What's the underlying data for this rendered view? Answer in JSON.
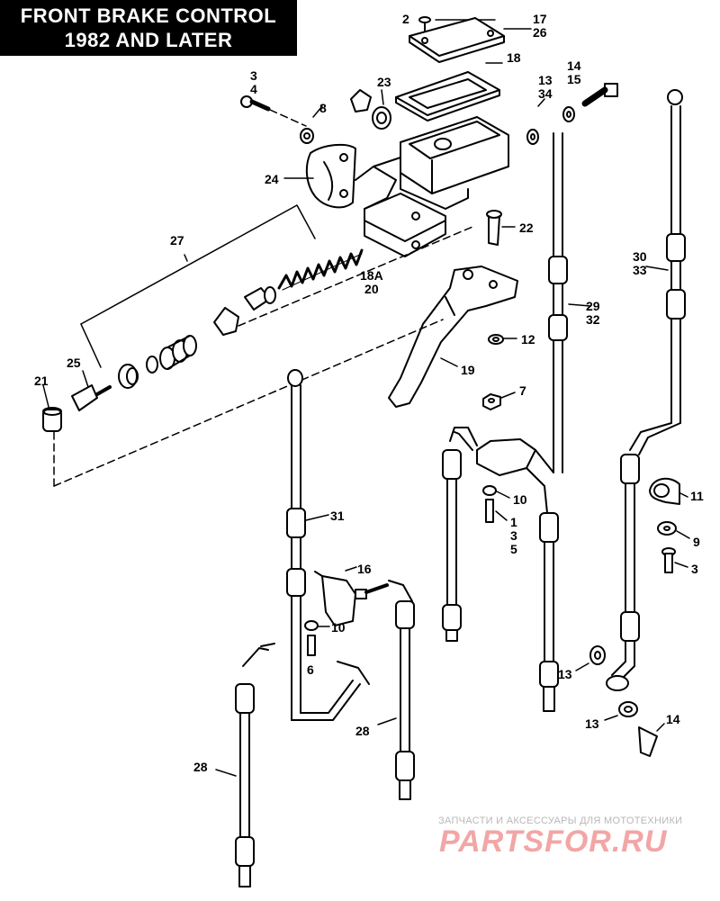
{
  "title": {
    "line1": "FRONT BRAKE CONTROL",
    "line2": "1982 AND LATER"
  },
  "callouts": {
    "c2": "2",
    "c17_26": "17\n26",
    "c18": "18",
    "c3_4": "3\n4",
    "c23": "23",
    "c8": "8",
    "c13_34": "13\n34",
    "c14_15": "14\n15",
    "c24": "24",
    "c27": "27",
    "c22": "22",
    "c30_33": "30\n33",
    "c18a_20": "18A\n20",
    "c29_32": "29\n32",
    "c12": "12",
    "c25": "25",
    "c21": "21",
    "c19": "19",
    "c7": "7",
    "c10a": "10",
    "c1_3_5": "1\n3\n5",
    "c11": "11",
    "c31": "31",
    "c9": "9",
    "c3b": "3",
    "c16": "16",
    "c10b": "10",
    "c6": "6",
    "c13b": "13",
    "c13c": "13",
    "c14b": "14",
    "c28a": "28",
    "c28b": "28"
  },
  "watermark": {
    "tagline": "ЗАПЧАСТИ И АКСЕССУАРЫ ДЛЯ МОТОТЕХНИКИ",
    "logo": "PARTSFOR.RU"
  },
  "colors": {
    "ink": "#000000",
    "paper": "#ffffff",
    "watermark": "#f2a6a6"
  }
}
